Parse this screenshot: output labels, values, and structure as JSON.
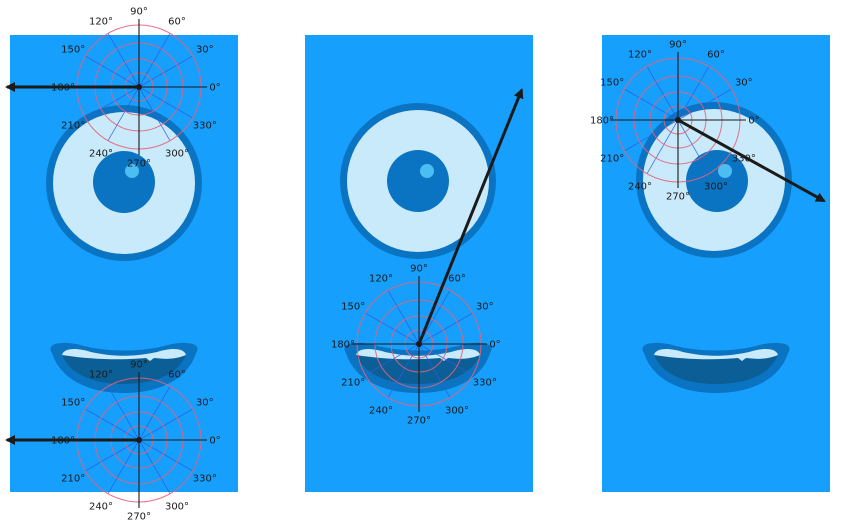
{
  "colors": {
    "panel": "#169ffd",
    "eye_ring": "#0b74c2",
    "eye_white": "#c9eafb",
    "iris": "#0b74c2",
    "pupil_highlight": "#4cbdf3",
    "mouth_outer": "#0b74c2",
    "mouth_inner": "#0c5f96",
    "teeth": "#c9eafb",
    "grid_circle": "#e8617a",
    "grid_spoke": "#2f5cdc",
    "axis": "#1a1a1a",
    "arrow": "#1a1a1a"
  },
  "angle_labels": [
    "0°",
    "30°",
    "60°",
    "90°",
    "120°",
    "150°",
    "180°",
    "210°",
    "240°",
    "270°",
    "300°",
    "330°"
  ],
  "panels": [
    {
      "name": "panel-left",
      "protractors": [
        {
          "name": "upper",
          "arrow_angle_deg": 180
        },
        {
          "name": "lower",
          "arrow_angle_deg": 180
        }
      ]
    },
    {
      "name": "panel-middle",
      "protractors": [
        {
          "name": "mouth",
          "arrow_angle_deg": 68
        }
      ]
    },
    {
      "name": "panel-right",
      "protractors": [
        {
          "name": "eye",
          "arrow_angle_deg": -29
        }
      ]
    }
  ]
}
